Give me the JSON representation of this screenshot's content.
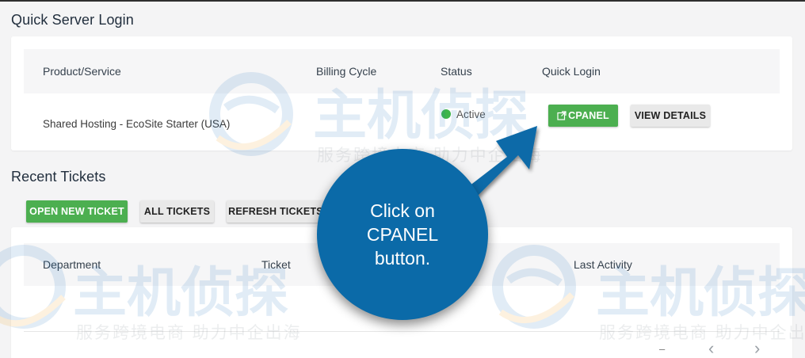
{
  "quick_login": {
    "title": "Quick Server Login",
    "headers": [
      "Product/Service",
      "Billing Cycle",
      "Status",
      "Quick Login"
    ],
    "row": {
      "product": "Shared Hosting - EcoSite Starter (USA)",
      "status": "Active",
      "cpanel_label": "CPANEL",
      "details_label": "VIEW DETAILS"
    }
  },
  "tickets": {
    "title": "Recent Tickets",
    "open_label": "OPEN NEW TICKET",
    "all_label": "ALL TICKETS",
    "refresh_label": "REFRESH TICKETS",
    "headers": [
      "Department",
      "Ticket",
      "Last Activity"
    ],
    "pagination": {
      "dash": "–",
      "prev": "‹",
      "next": "›"
    }
  },
  "callout": {
    "text": "Click on\nCPANEL\nbutton."
  },
  "watermark": {
    "main": "主机侦探",
    "sub": "服务跨境电商 助力中企出海"
  },
  "colors": {
    "green": "#4caf50",
    "status_green": "#3db54a",
    "callout_blue": "#0b6aa8",
    "watermark_blue": "#1e73be"
  }
}
